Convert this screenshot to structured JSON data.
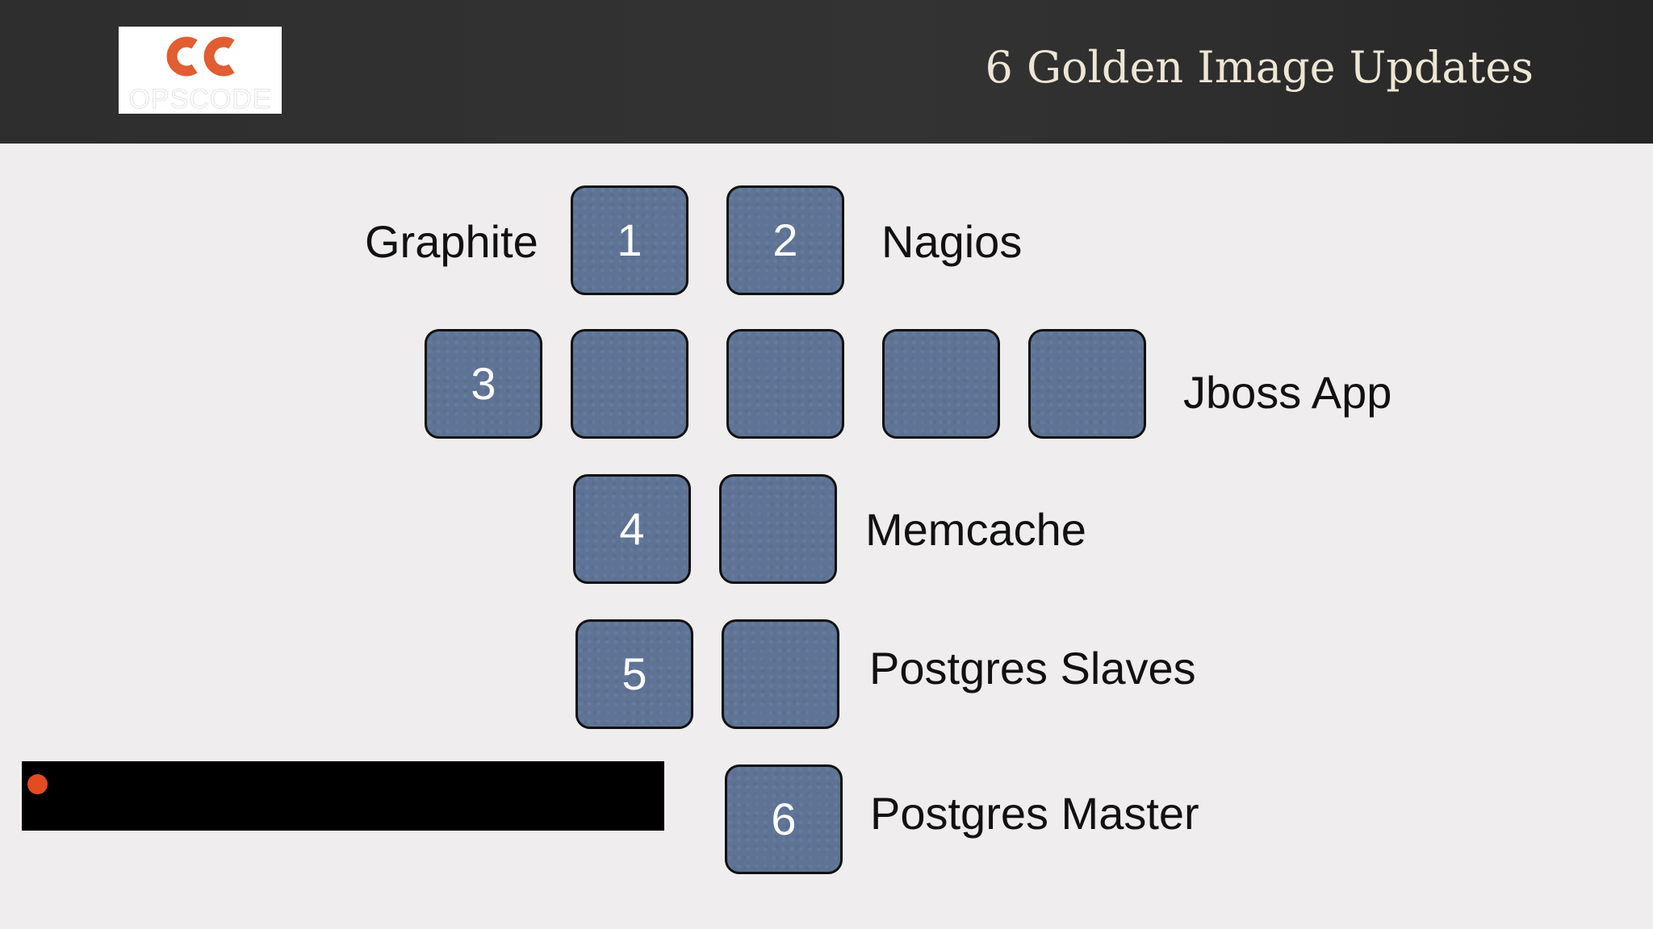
{
  "slide": {
    "title": "6 Golden Image Updates",
    "logo": {
      "wordmark": "OPSCODE",
      "mark_icon": "opscode-logo-icon",
      "mark_color": "#e15d32"
    },
    "colors": {
      "header_background": "#2f2f2f",
      "slide_background": "#efedee",
      "tile_fill": "#5e7395",
      "tile_border": "#111111",
      "title_text": "#ede6d4",
      "record_dot": "#e34b22"
    },
    "labels": {
      "graphite": "Graphite",
      "nagios": "Nagios",
      "jboss": "Jboss App",
      "memcache": "Memcache",
      "postgres_slaves": "Postgres Slaves",
      "postgres_master": "Postgres Master"
    },
    "tiles": {
      "graphite": "1",
      "nagios": "2",
      "jboss": "3",
      "memcache": "4",
      "postgres_slaves": "5",
      "postgres_master": "6"
    },
    "overlay": {
      "record_icon": "record-dot-icon"
    }
  }
}
